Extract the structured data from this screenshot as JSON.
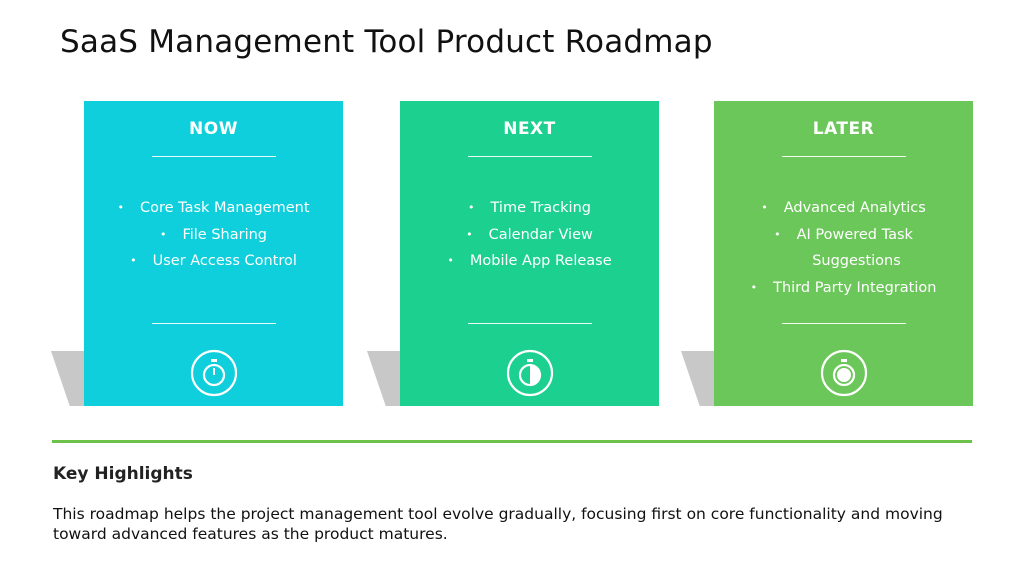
{
  "title": "SaaS Management Tool Product Roadmap",
  "colors": {
    "now": "#0fcfdc",
    "next": "#1cd18f",
    "later": "#6cc75a",
    "divider": "#6cc24a",
    "shadow": "#c8c8c8"
  },
  "columns": [
    {
      "heading": "NOW",
      "icon": "stopwatch-icon",
      "items": [
        "Core Task Management",
        "File Sharing",
        "User Access Control"
      ]
    },
    {
      "heading": "NEXT",
      "icon": "stopwatch-half-icon",
      "items": [
        "Time Tracking",
        "Calendar View",
        "Mobile App Release"
      ]
    },
    {
      "heading": "LATER",
      "icon": "stopwatch-full-icon",
      "items": [
        "Advanced Analytics",
        "AI Powered Task",
        "Suggestions",
        "Third Party Integration"
      ]
    }
  ],
  "highlights": {
    "title": "Key Highlights",
    "body": "This roadmap helps the project management tool evolve gradually, focusing first on core functionality and moving toward advanced features as the product matures."
  }
}
